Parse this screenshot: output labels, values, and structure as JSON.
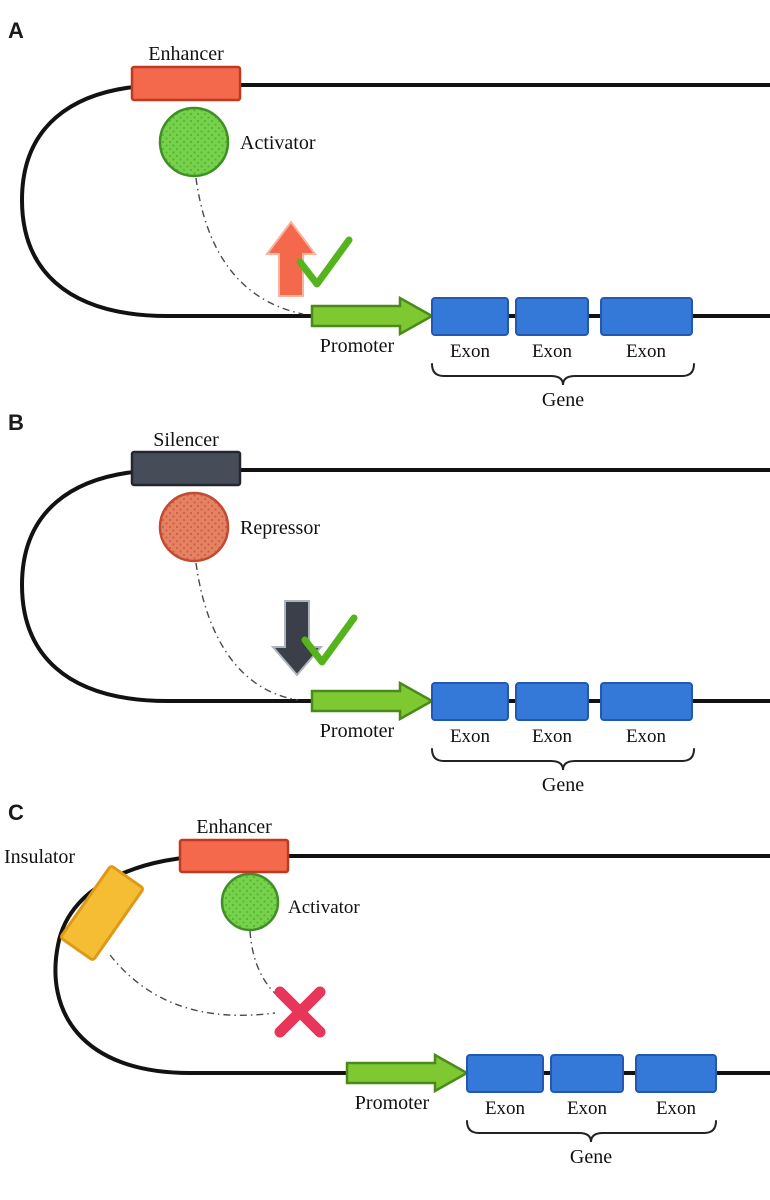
{
  "figure": {
    "panels": {
      "a": {
        "letter": "A",
        "regulatory_element": "Enhancer",
        "protein": "Activator",
        "promoter": "Promoter",
        "exons": [
          "Exon",
          "Exon",
          "Exon"
        ],
        "gene": "Gene"
      },
      "b": {
        "letter": "B",
        "regulatory_element": "Silencer",
        "protein": "Repressor",
        "promoter": "Promoter",
        "exons": [
          "Exon",
          "Exon",
          "Exon"
        ],
        "gene": "Gene"
      },
      "c": {
        "letter": "C",
        "regulatory_element": "Enhancer",
        "insulator": "Insulator",
        "protein": "Activator",
        "promoter": "Promoter",
        "exons": [
          "Exon",
          "Exon",
          "Exon"
        ],
        "gene": "Gene"
      }
    }
  },
  "colors": {
    "enhancer": "#f4694c",
    "silencer": "#474d58",
    "insulator": "#f5bd33",
    "activator": "#76d14c",
    "activator_dot": "#5bb531",
    "repressor": "#e58263",
    "repressor_dot": "#cf5f44",
    "promoter": "#7ec832",
    "exon": "#3579d8",
    "up_arrow": "#f4694c",
    "down_arrow": "#3a3f49",
    "check": "#55b41c",
    "cross": "#e8365a"
  }
}
